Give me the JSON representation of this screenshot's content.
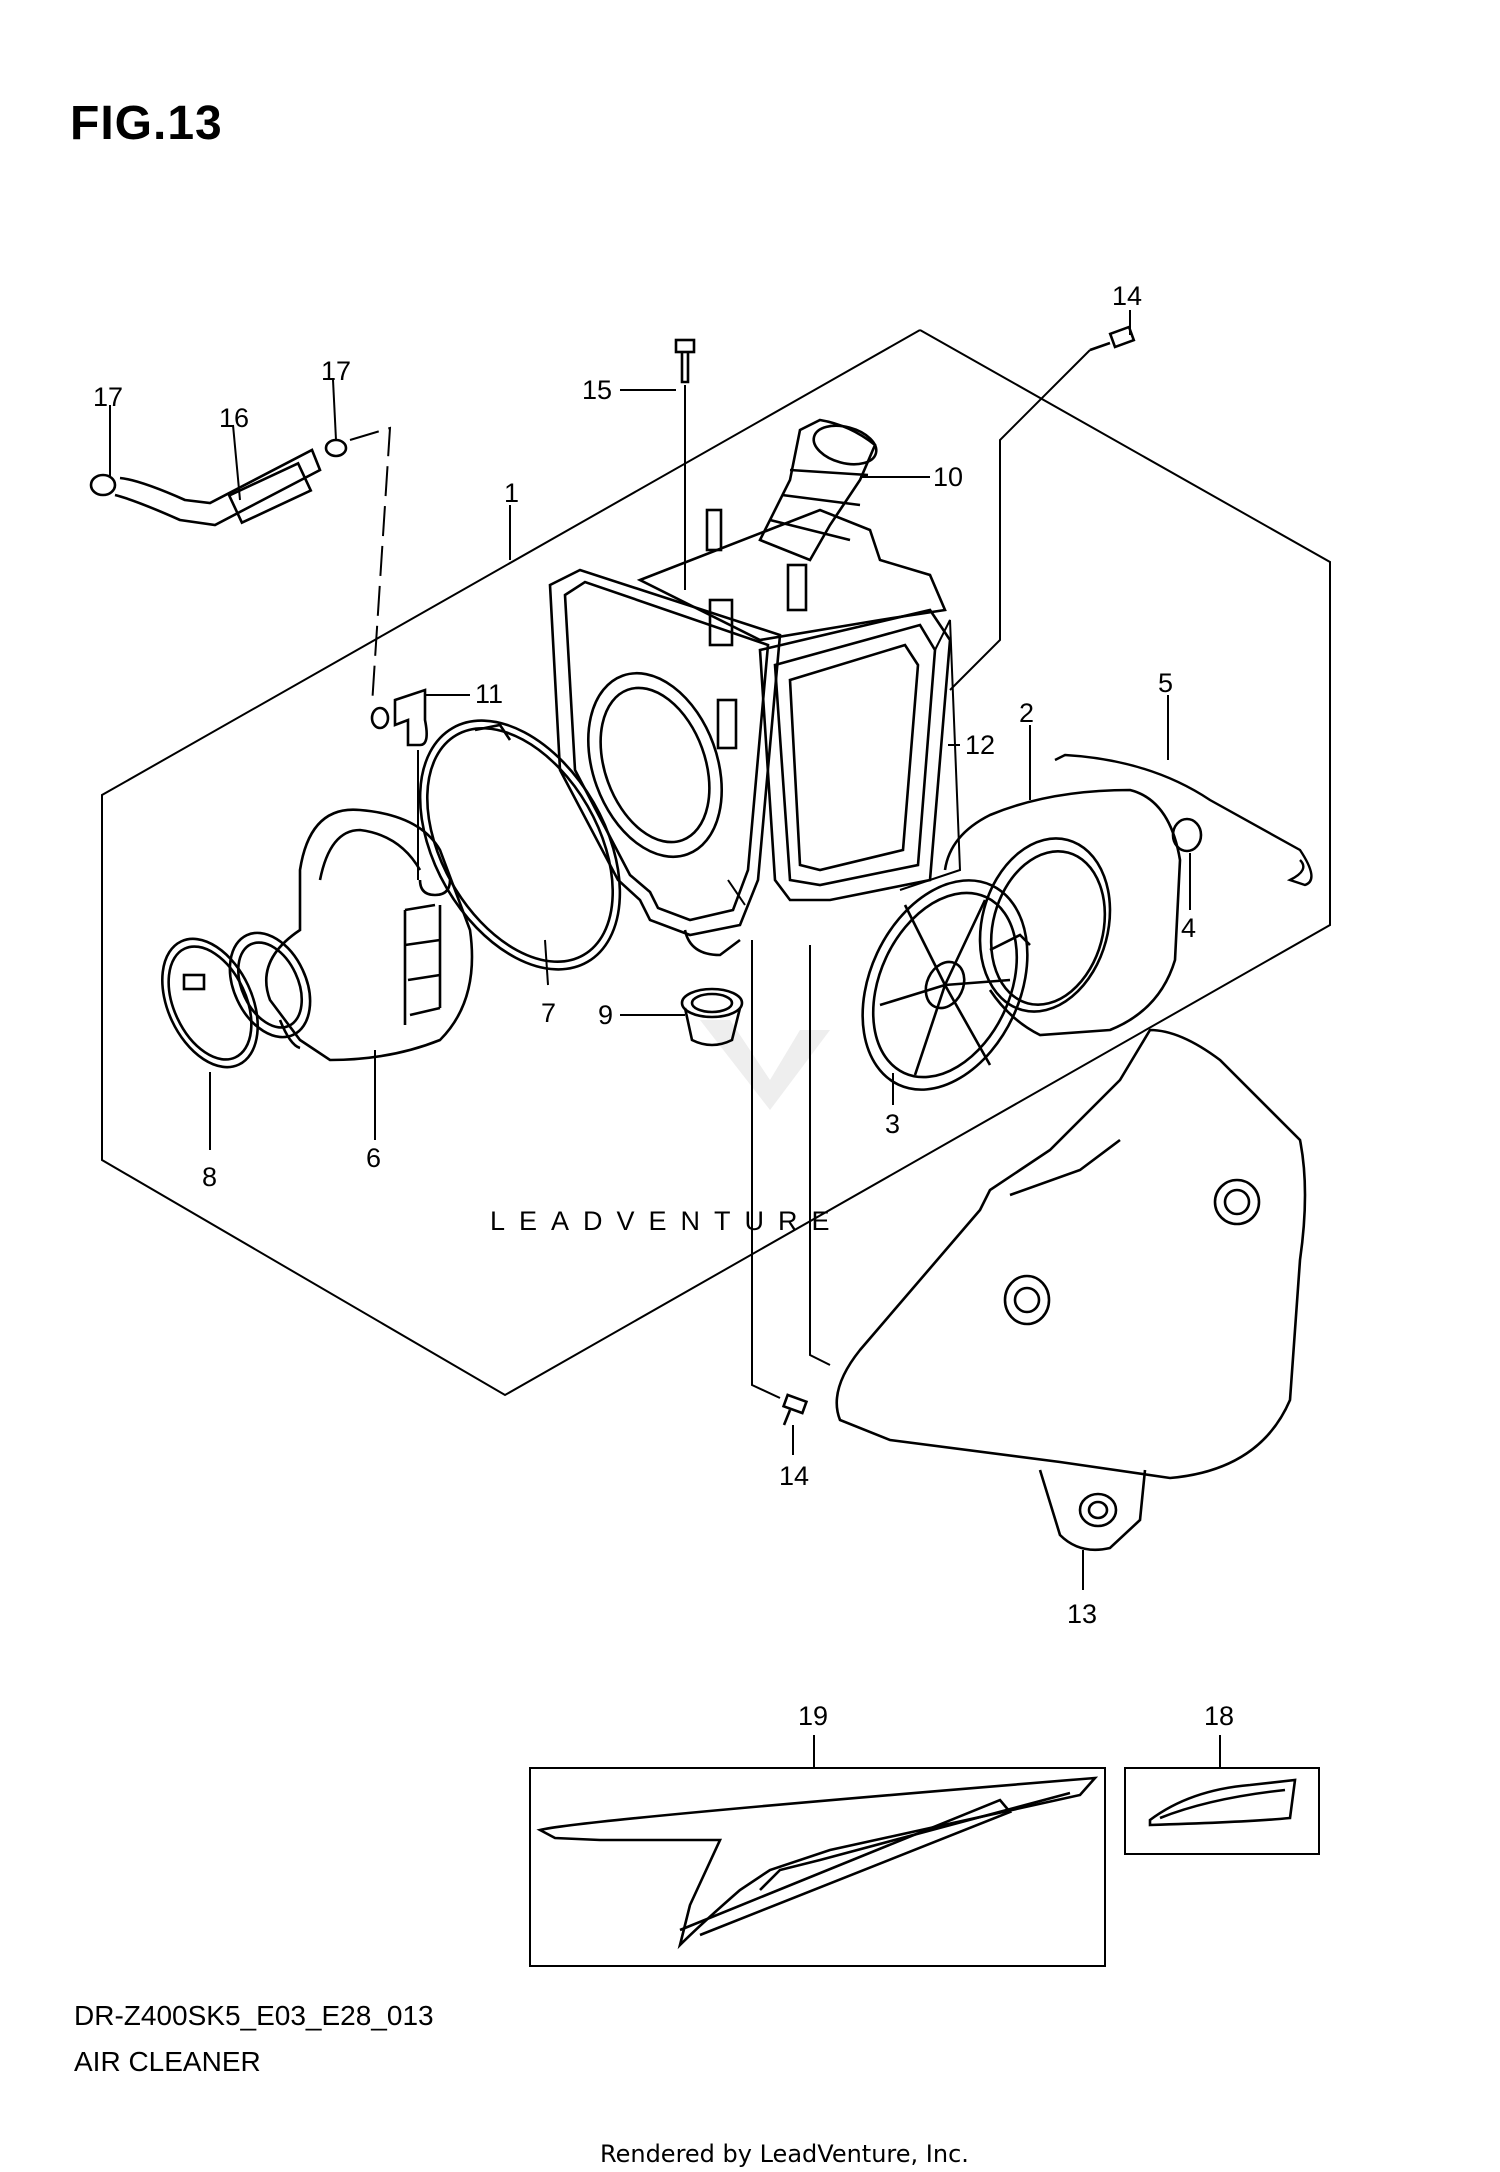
{
  "figure": {
    "title": "FIG.13",
    "model_code": "DR-Z400SK5_E03_E28_013",
    "subtitle": "AIR CLEANER",
    "footer": "Rendered by LeadVenture, Inc.",
    "watermark": "LEADVENTURE"
  },
  "callouts": [
    {
      "id": "c1",
      "label": "1"
    },
    {
      "id": "c2",
      "label": "2"
    },
    {
      "id": "c3",
      "label": "3"
    },
    {
      "id": "c4",
      "label": "4"
    },
    {
      "id": "c5",
      "label": "5"
    },
    {
      "id": "c6",
      "label": "6"
    },
    {
      "id": "c7",
      "label": "7"
    },
    {
      "id": "c8",
      "label": "8"
    },
    {
      "id": "c9",
      "label": "9"
    },
    {
      "id": "c10",
      "label": "10"
    },
    {
      "id": "c11",
      "label": "11"
    },
    {
      "id": "c12",
      "label": "12"
    },
    {
      "id": "c13",
      "label": "13"
    },
    {
      "id": "c14a",
      "label": "14"
    },
    {
      "id": "c14b",
      "label": "14"
    },
    {
      "id": "c15",
      "label": "15"
    },
    {
      "id": "c16",
      "label": "16"
    },
    {
      "id": "c17a",
      "label": "17"
    },
    {
      "id": "c17b",
      "label": "17"
    },
    {
      "id": "c18",
      "label": "18"
    },
    {
      "id": "c19",
      "label": "19"
    }
  ],
  "colors": {
    "line": "#000000",
    "background": "#ffffff",
    "watermark": "#e4e4e4"
  }
}
